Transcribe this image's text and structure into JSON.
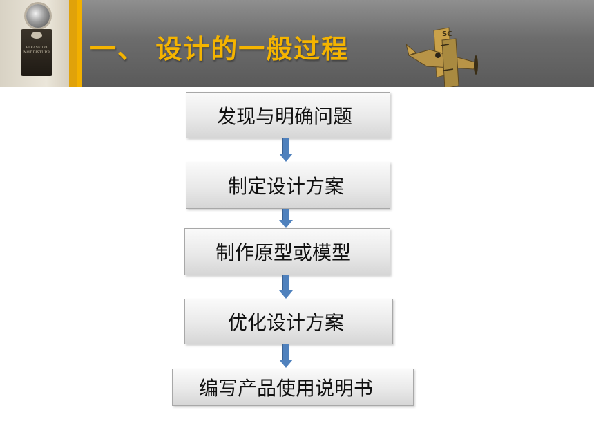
{
  "slide": {
    "title": "一、 设计的一般过程",
    "door_sign": "PLEASE DO NOT DISTURB",
    "plane_marking": "SC"
  },
  "flow": {
    "steps": [
      "发现与明确问题",
      "制定设计方案",
      "制作原型或模型",
      "优化设计方案",
      "编写产品使用说明书"
    ]
  },
  "colors": {
    "header_bg": "#6c6c6c",
    "title": "#f5b400",
    "arrow": "#4f81bd",
    "step_fill": "#e9e9e9"
  }
}
